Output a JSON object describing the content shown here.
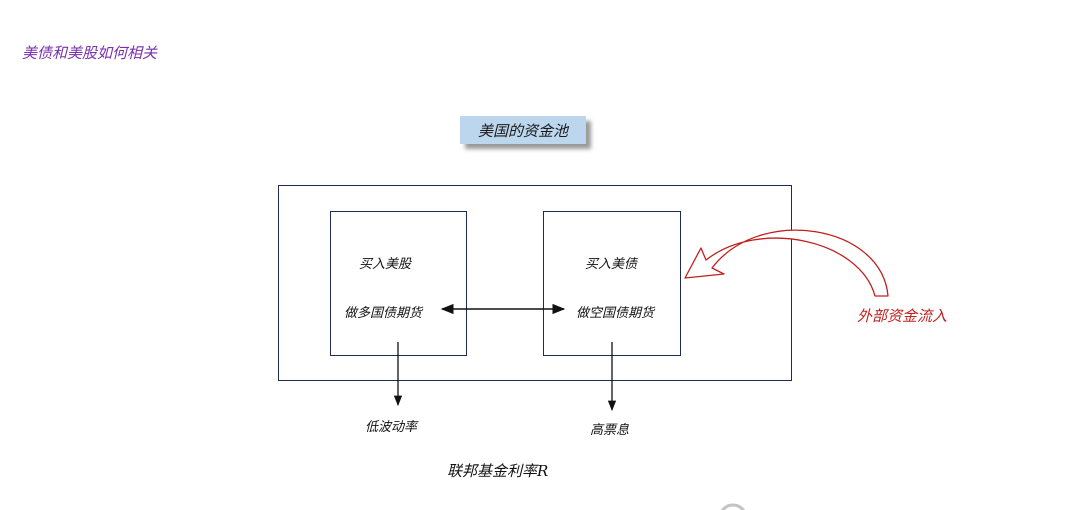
{
  "page_title": "美债和美股如何相关",
  "pool": {
    "title": "美国的资金池"
  },
  "left_box": {
    "line1": "买入美股",
    "line2": "做多国债期货",
    "outcome": "低波动率"
  },
  "right_box": {
    "line1": "买入美债",
    "line2": "做空国债期货",
    "outcome": "高票息"
  },
  "external": {
    "label": "外部资金流入",
    "color": "#c0201e"
  },
  "fed_rate": "联邦基金利率R"
}
